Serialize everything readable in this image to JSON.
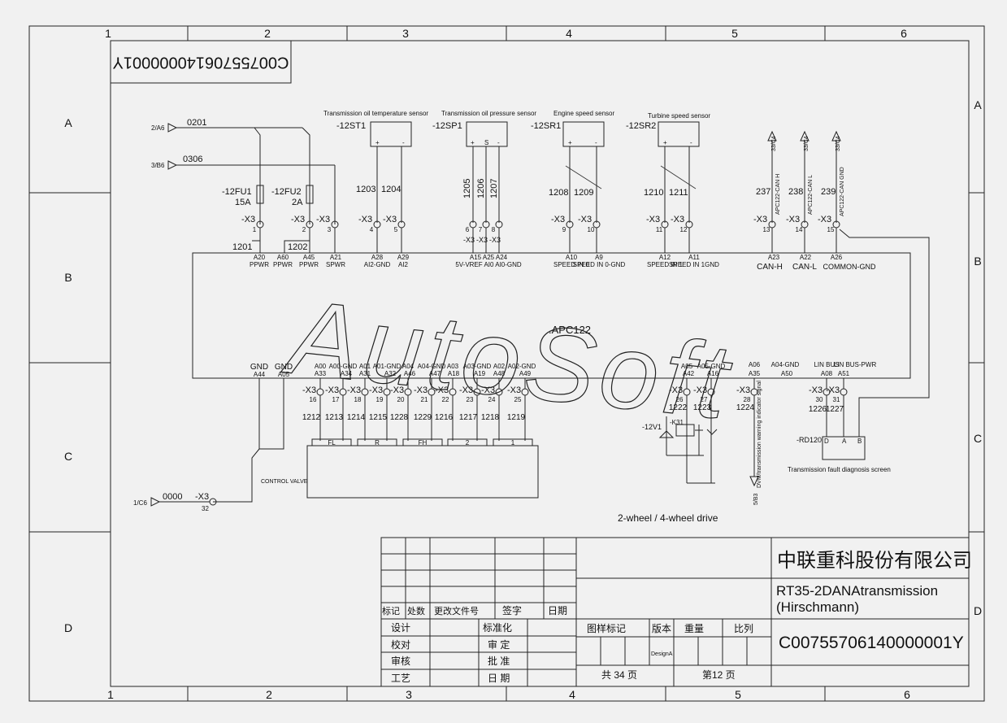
{
  "frame": {
    "col_numbers": [
      "1",
      "2",
      "3",
      "4",
      "5",
      "6"
    ],
    "row_letters": [
      "A",
      "B",
      "C",
      "D"
    ]
  },
  "doc_code_box": "C00755706140000001Y",
  "watermark": "AutoSoft",
  "module": {
    "name": ".APC122",
    "top_pins": [
      {
        "pin": "A20",
        "label": "PPWR"
      },
      {
        "pin": "A60",
        "label": "PPWR"
      },
      {
        "pin": "A45",
        "label": "PPWR"
      },
      {
        "pin": "A21",
        "label": "SPWR"
      },
      {
        "pin": "A28",
        "label": "AI2-GND"
      },
      {
        "pin": "A29",
        "label": "AI2"
      },
      {
        "pin": "A15 A25 A24",
        "label": "5V-VREF AI0 AI0-GND"
      },
      {
        "pin": "A10",
        "label": "SPEED IN 0"
      },
      {
        "pin": "A9",
        "label": "SPEED IN 0-GND"
      },
      {
        "pin": "A12",
        "label": "SPEED IN 1"
      },
      {
        "pin": "A11",
        "label": "SPEED IN 1GND"
      },
      {
        "pin": "A23",
        "label": "CAN-H"
      },
      {
        "pin": "A22",
        "label": "CAN-L"
      },
      {
        "pin": "A26",
        "label": "COMMON-GND"
      }
    ],
    "bottom_pins": [
      {
        "pin": "A44",
        "label": "GND"
      },
      {
        "pin": "A05",
        "label": "GND"
      },
      {
        "pin": "A33",
        "label": "A00"
      },
      {
        "pin": "A34",
        "label": "A00-GND"
      },
      {
        "pin": "A31",
        "label": "A01"
      },
      {
        "pin": "A32",
        "label": "A01-GND"
      },
      {
        "pin": "A46",
        "label": "A04"
      },
      {
        "pin": "A47",
        "label": "A04-GND"
      },
      {
        "pin": "A18",
        "label": "A03"
      },
      {
        "pin": "A19",
        "label": "A03-GND"
      },
      {
        "pin": "A48",
        "label": "A02"
      },
      {
        "pin": "A49",
        "label": "A02-GND"
      },
      {
        "pin": "A42",
        "label": "A05"
      },
      {
        "pin": "A16",
        "label": "A05-GND"
      },
      {
        "pin": "A35",
        "label": "A06"
      },
      {
        "pin": "A50",
        "label": "A04-GND"
      },
      {
        "pin": "A08",
        "label": "LIN BUS"
      },
      {
        "pin": "A51",
        "label": "LIN BUS-PWR"
      }
    ]
  },
  "sensors": [
    {
      "title": "Transmission oil temperature sensor",
      "tag": "-12ST1",
      "wires": [
        "1203",
        "1204"
      ],
      "terms": [
        "+",
        "-"
      ]
    },
    {
      "title": "Transmission oil pressure sensor",
      "tag": "-12SP1",
      "wires": [
        "1205",
        "1206",
        "1207"
      ],
      "terms": [
        "+",
        "S",
        "-"
      ]
    },
    {
      "title": "Engine speed sensor",
      "tag": "-12SR1",
      "wires": [
        "1208",
        "1209"
      ],
      "terms": [
        "+",
        "-"
      ]
    },
    {
      "title": "Turbine speed sensor",
      "tag": "-12SR2",
      "wires": [
        "1210",
        "1211"
      ],
      "terms": [
        "+",
        "-"
      ]
    }
  ],
  "fuses": [
    {
      "tag": "-12FU1",
      "rating": "15A"
    },
    {
      "tag": "-12FU2",
      "rating": "2A"
    }
  ],
  "refs": {
    "r1": {
      "ref": "2/A6",
      "wire": "0201"
    },
    "r2": {
      "ref": "3/B6",
      "wire": "0306"
    },
    "r3": {
      "ref": "1/C6",
      "wire": "0000"
    }
  },
  "wires_top": {
    "w1201": "1201",
    "w1202": "1202"
  },
  "x3_label": "-X3",
  "x3_top": [
    "1",
    "2",
    "3",
    "4",
    "5",
    "6",
    "7",
    "8",
    "9",
    "10",
    "11",
    "12",
    "13",
    "14",
    "15"
  ],
  "x3_bottom": [
    "16",
    "17",
    "18",
    "19",
    "20",
    "21",
    "22",
    "23",
    "24",
    "25",
    "26",
    "27",
    "28",
    "30",
    "31"
  ],
  "x3_32": "32",
  "wires_bottom": [
    "1212",
    "1213",
    "1214",
    "1215",
    "1228",
    "1229",
    "1216",
    "1217",
    "1218",
    "1219",
    "1222",
    "1223",
    "1224",
    "1226",
    "1227"
  ],
  "can": [
    {
      "wire": "237",
      "ref": "33/C4",
      "sig": "APC122-CAN H"
    },
    {
      "wire": "238",
      "ref": "33/C4",
      "sig": "APC122-CAN L"
    },
    {
      "wire": "239",
      "ref": "33/C4",
      "sig": "APC122-CAN GND"
    }
  ],
  "valve": {
    "label": "CONTROL VALVE",
    "coils": [
      "FL",
      "R",
      "FH",
      "2",
      "1"
    ]
  },
  "drive": {
    "label": "2-wheel / 4-wheel drive",
    "v": "-12V1",
    "k": "-K31"
  },
  "warn": {
    "ref": "5/B3",
    "sig": "DVM/transmission warning indicator signal"
  },
  "diag": {
    "tag": "-RD120",
    "pins": [
      "D",
      "A",
      "B"
    ],
    "label": "Transmission fault diagnosis screen"
  },
  "title_block": {
    "company": "中联重科股份有限公司",
    "title1": "RT35-2DANAtransmission",
    "title2": "(Hirschmann)",
    "code": "C00755706140000001Y",
    "rev_headers": [
      "标记",
      "处数",
      "更改文件号",
      "签字",
      "日期"
    ],
    "left_roles": [
      "设计",
      "校对",
      "审核",
      "工艺"
    ],
    "mid_roles": [
      "标准化",
      "审 定",
      "批 准",
      "日 期"
    ],
    "attr_headers": [
      "图样标记",
      "版本",
      "重量",
      "比列"
    ],
    "version": "DesignA",
    "total_pages": "共 34 页",
    "page": "第12 页"
  }
}
